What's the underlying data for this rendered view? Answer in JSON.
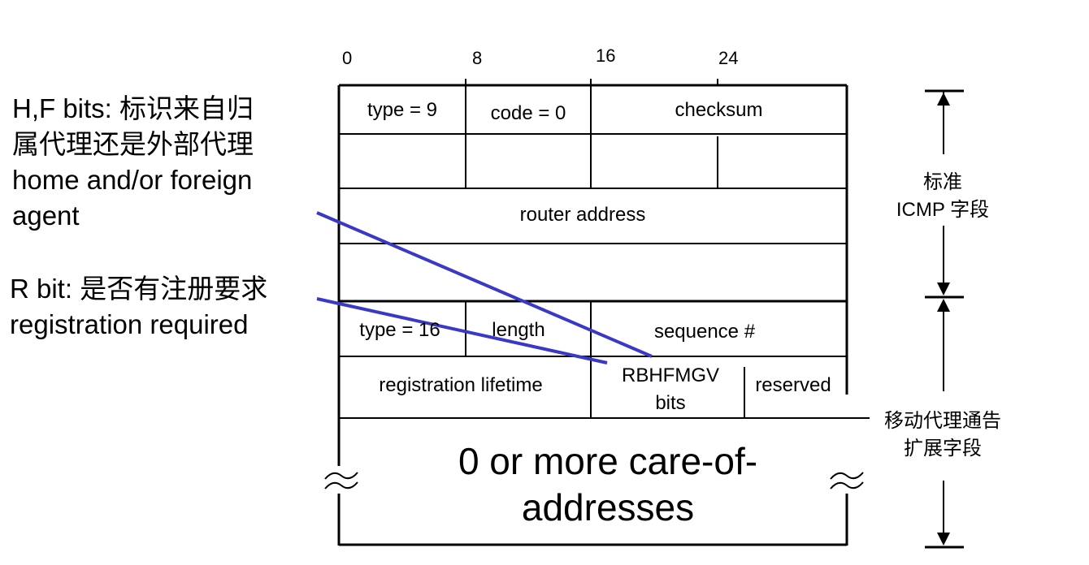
{
  "bit_scale": [
    "0",
    "8",
    "16",
    "24"
  ],
  "notes": {
    "hf_bits": [
      "H,F bits: 标识来自归",
      "属代理还是外部代理",
      "home and/or foreign",
      "agent"
    ],
    "r_bit": [
      "R bit: 是否有注册要求",
      "registration required"
    ]
  },
  "fields": {
    "type9": "type = 9",
    "code0": "code = 0",
    "checksum": "checksum",
    "router_address": "router address",
    "type16": "type = 16",
    "length": "length",
    "sequence": "sequence #",
    "registration_lifetime": "registration lifetime",
    "flags": [
      "RBHFMGV",
      "bits"
    ],
    "reserved": "reserved",
    "care_of": [
      "0 or more care-of-",
      "addresses"
    ]
  },
  "side_labels": {
    "standard": [
      "标准",
      "ICMP 字段"
    ],
    "extension": [
      "移动代理通告",
      "扩展字段"
    ]
  },
  "colors": {
    "pointer_line": "#3a39c7",
    "title_red": "#e8241d"
  }
}
